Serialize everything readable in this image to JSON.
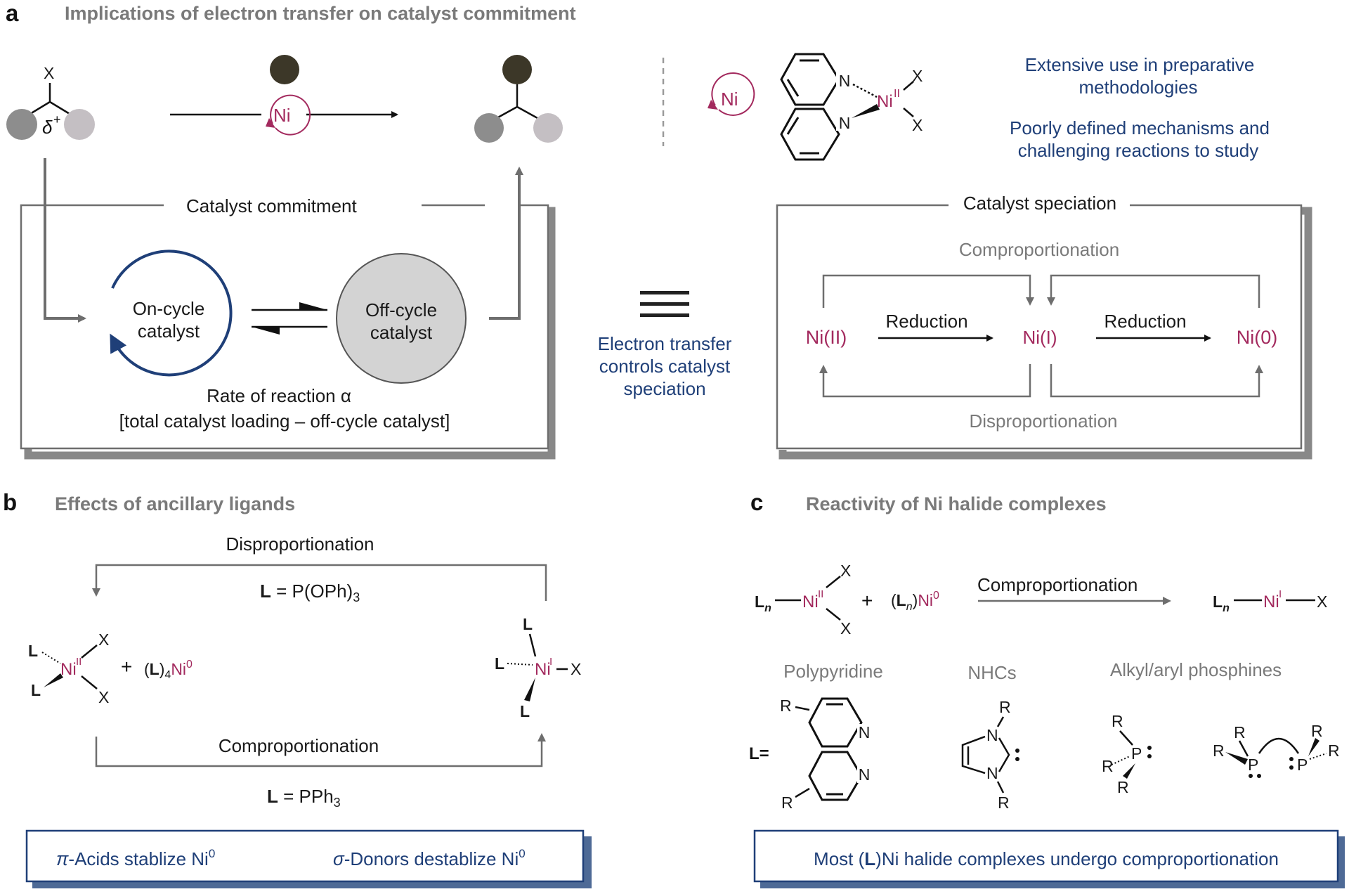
{
  "panel_a": {
    "letter": "a",
    "title": "Implications of electron transfer on catalyst commitment",
    "substrate_x": "X",
    "delta": "δ",
    "delta_sup": "+",
    "ni_label": "Ni",
    "catalyst_commitment": "Catalyst commitment",
    "on_cycle_1": "On-cycle",
    "on_cycle_2": "catalyst",
    "off_cycle_1": "Off-cycle",
    "off_cycle_2": "catalyst",
    "rate_line_1": "Rate of reaction α",
    "rate_line_2": "[total catalyst loading – off-cycle catalyst]",
    "ni_circle_label": "Ni",
    "complex_ni": "Ni",
    "complex_ni_ox": "II",
    "complex_x": "X",
    "complex_n": "N",
    "info_1a": "Extensive use in preparative",
    "info_1b": "methodologies",
    "info_2a": "Poorly defined mechanisms and",
    "info_2b": "challenging reactions to study",
    "et_1": "Electron transfer",
    "et_2": "controls catalyst",
    "et_3": "speciation",
    "speciation_title": "Catalyst speciation",
    "comproportionation": "Comproportionation",
    "disproportionation": "Disproportionation",
    "ni2": "Ni(II)",
    "ni1": "Ni(I)",
    "ni0": "Ni(0)",
    "reduction": "Reduction"
  },
  "panel_b": {
    "letter": "b",
    "title": "Effects of ancillary ligands",
    "disproportionation": "Disproportionation",
    "l_eq": "L",
    "l_top_rest": " = P(OPh)",
    "l_top_sub": "3",
    "comproportionation": "Comproportionation",
    "l_bot_rest": " = PPh",
    "l_bot_sub": "3",
    "L": "L",
    "X": "X",
    "ni": "Ni",
    "ni_ii": "II",
    "ni_i": "I",
    "plus": "+",
    "l4_paren_open": "(",
    "l4_paren_close": ")",
    "l4_sub": "4",
    "ni0_sup": "0",
    "box_left_a": "π",
    "box_left_b": "-Acids stablize Ni",
    "box_left_sup": "0",
    "box_right_a": "σ",
    "box_right_b": "-Donors destablize Ni",
    "box_right_sup": "0"
  },
  "panel_c": {
    "letter": "c",
    "title": "Reactivity of Ni halide complexes",
    "L": "L",
    "n": "n",
    "ni": "Ni",
    "ni_ii": "II",
    "ni_i": "I",
    "X": "X",
    "plus": "+",
    "ni0_sup": "0",
    "comproportionation": "Comproportionation",
    "polypyridine": "Polypyridine",
    "nhcs": "NHCs",
    "phosphines": "Alkyl/aryl phosphines",
    "l_eq": "L=",
    "R": "R",
    "N": "N",
    "P": "P",
    "box_a": "Most (",
    "box_b": "L",
    "box_c": ")Ni halide complexes undergo comproportionation"
  },
  "colors": {
    "ni_magenta": "#a32a5e",
    "navy": "#1f3f78",
    "gray_text": "#7a7a7a",
    "box_shadow": "#888888",
    "blue_box_shadow": "#4e6a96"
  }
}
